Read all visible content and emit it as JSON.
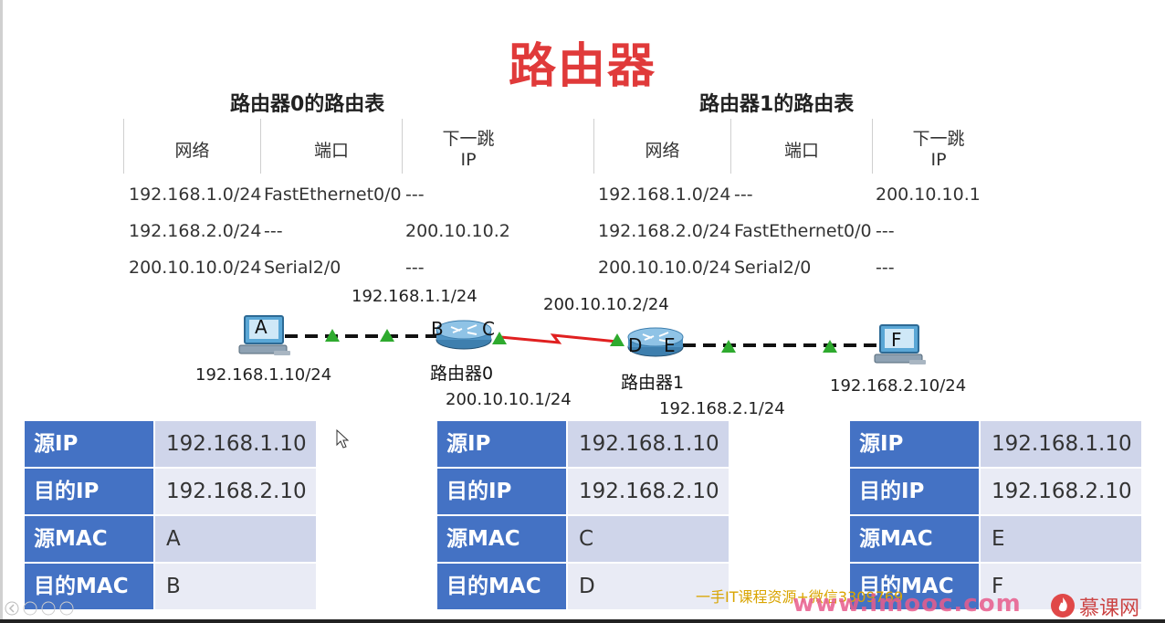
{
  "title": "路由器",
  "router0_table": {
    "title": "路由器0的路由表",
    "headers": [
      "网络",
      "端口",
      "下一跳",
      "IP"
    ],
    "rows": [
      [
        "192.168.1.0/24",
        "FastEthernet0/0",
        "---"
      ],
      [
        "192.168.2.0/24",
        "---",
        "200.10.10.2"
      ],
      [
        "200.10.10.0/24",
        "Serial2/0",
        "---"
      ]
    ]
  },
  "router1_table": {
    "title": "路由器1的路由表",
    "headers": [
      "网络",
      "端口",
      "下一跳",
      "IP"
    ],
    "rows": [
      [
        "192.168.1.0/24",
        "---",
        "200.10.10.1"
      ],
      [
        "192.168.2.0/24",
        "FastEthernet0/0",
        "---"
      ],
      [
        "200.10.10.0/24",
        "Serial2/0",
        "---"
      ]
    ]
  },
  "topology": {
    "pc_a": {
      "label": "A",
      "ip": "192.168.1.10/24"
    },
    "pc_f": {
      "label": "F",
      "ip": "192.168.2.10/24"
    },
    "router0": {
      "name": "路由器0",
      "port_b": "B",
      "port_c": "C",
      "ip_b": "192.168.1.1/24",
      "ip_c": "200.10.10.1/24"
    },
    "router1": {
      "name": "路由器1",
      "port_d": "D",
      "port_e": "E",
      "ip_d": "200.10.10.2/24",
      "ip_e": "192.168.2.1/24"
    },
    "link_colors": {
      "lan": "#111111",
      "wan": "#e02020",
      "marker": "#2eaa2e"
    }
  },
  "packets": [
    {
      "rows": [
        {
          "k": "源IP",
          "v": "192.168.1.10"
        },
        {
          "k": "目的IP",
          "v": "192.168.2.10"
        },
        {
          "k": "源MAC",
          "v": "A"
        },
        {
          "k": "目的MAC",
          "v": "B"
        }
      ]
    },
    {
      "rows": [
        {
          "k": "源IP",
          "v": "192.168.1.10"
        },
        {
          "k": "目的IP",
          "v": "192.168.2.10"
        },
        {
          "k": "源MAC",
          "v": "C"
        },
        {
          "k": "目的MAC",
          "v": "D"
        }
      ]
    },
    {
      "rows": [
        {
          "k": "源IP",
          "v": "192.168.1.10"
        },
        {
          "k": "目的IP",
          "v": "192.168.2.10"
        },
        {
          "k": "源MAC",
          "v": "E"
        },
        {
          "k": "目的MAC",
          "v": "F"
        }
      ]
    }
  ],
  "watermark": {
    "promo": "一手IT课程资源+微信3309769",
    "site": "www.imooc.com",
    "brand": "慕课网"
  }
}
